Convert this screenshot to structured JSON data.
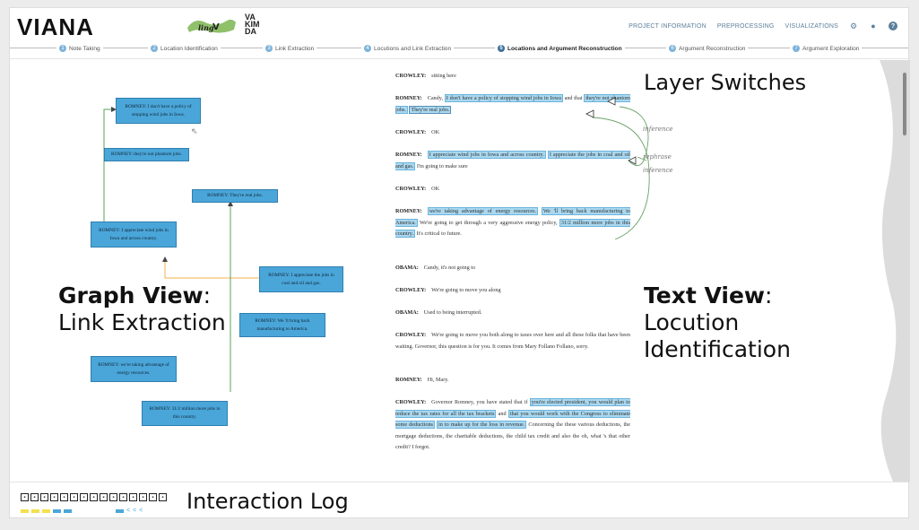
{
  "header": {
    "logo": "VIANA",
    "logo_secondary": "VA\nKIM\nDA",
    "nav": [
      "PROJECT INFORMATION",
      "PREPROCESSING",
      "VISUALIZATIONS"
    ],
    "icons": [
      "gear-icon",
      "user-icon",
      "help-icon"
    ]
  },
  "stepper": [
    {
      "n": "1",
      "label": "Note Taking",
      "active": false
    },
    {
      "n": "2",
      "label": "Location Identification",
      "active": false
    },
    {
      "n": "3",
      "label": "Link Extraction",
      "active": false
    },
    {
      "n": "4",
      "label": "Locutions and Link Extraction",
      "active": false
    },
    {
      "n": "5",
      "label": "Locations and Argument Reconstruction",
      "active": true
    },
    {
      "n": "6",
      "label": "Argument Reconstruction",
      "active": false
    },
    {
      "n": "7",
      "label": "Argument Exploration",
      "active": false
    }
  ],
  "graph": {
    "nodes": [
      "ROMNEY: I don't have a policy of stopping wind jobs in Iowa.",
      "ROMNEY: they're not phantom jobs.",
      "ROMNEY: They're real jobs.",
      "ROMNEY: I appreciate wind jobs in Iowa and across country.",
      "ROMNEY: I appreciate the jobs in coal and oil and gas.",
      "ROMNEY: We 'll bring back manufacturing to America.",
      "ROMNEY: we're taking advantage of energy resources.",
      "ROMNEY: 31/2 million more jobs in this country."
    ]
  },
  "text": {
    "t1_speaker": "CROWLEY:",
    "t1_text": "sitting here",
    "t2_speaker": "ROMNEY:",
    "t2_a": "Candy,",
    "t2_h1": "I don't have a policy of stopping wind jobs in Iowa",
    "t2_b": "and that",
    "t2_h2": "they're not phantom jobs.",
    "t2_h3": "They're real jobs.",
    "t3_speaker": "CROWLEY:",
    "t3_text": "OK",
    "t4_speaker": "ROMNEY:",
    "t4_h1": "I appreciate wind jobs in Iowa and across country.",
    "t4_h2": "I appreciate the jobs in coal and oil and gas.",
    "t4_b": "I'm going to make sure",
    "t5_speaker": "CROWLEY:",
    "t5_text": "OK",
    "t6_speaker": "ROMNEY:",
    "t6_h1": "we're taking advantage of energy resources.",
    "t6_h2": "We 'll bring back manufacturing to America.",
    "t6_b": "We're going to get through a very aggressive energy policy,",
    "t6_h3": "31/2 million more jobs in this country.",
    "t6_c": "It's critical to future.",
    "t7_speaker": "OBAMA:",
    "t7_text": "Candy, it's not going to",
    "t8_speaker": "CROWLEY:",
    "t8_text": "We're going to move you along",
    "t9_speaker": "OBAMA:",
    "t9_text": "Used to being interrupted.",
    "t10_speaker": "CROWLEY:",
    "t10_text": "We're going to move you both along to taxes over here and all these folks that have been waiting. Governor, this question is for you. It comes from Mary Follano Follano, sorry.",
    "t11_speaker": "ROMNEY:",
    "t11_text": "Hi, Mary.",
    "t12_speaker": "CROWLEY:",
    "t12_a": "Governor Romney, you have stated that if",
    "t12_h1": "you're elected president, you would plan to reduce the tax rates for all the tax brackets",
    "t12_b": "and",
    "t12_h2": "that you would work with the Congress to eliminate some deductions",
    "t12_h3": "in to make up for the loss in revenue.",
    "t12_c": "Concerning the these various deductions, the mortgage deductions, the charitable deductions, the child tax credit and also the oh, what 's that other credit? I forgot."
  },
  "annotations": {
    "inference_1": "inference",
    "rephrase": "rephrase",
    "inference_2": "inference"
  },
  "labels": {
    "layer_switches": "Layer Switches",
    "graph_view_bold": "Graph View",
    "graph_view_colon": ":",
    "graph_view_sub": "Link Extraction",
    "text_view_bold": "Text View",
    "text_view_colon": ":",
    "text_view_sub1": "Locution",
    "text_view_sub2": "Identification",
    "interaction_log": "Interaction Log"
  },
  "colors": {
    "node": "#4aa6d9",
    "highlight": "#a9d8f0",
    "link_green": "#5aa05a",
    "link_orange": "#f0b050",
    "log_yellow": "#f4e04d",
    "log_blue": "#4aa6d9"
  }
}
